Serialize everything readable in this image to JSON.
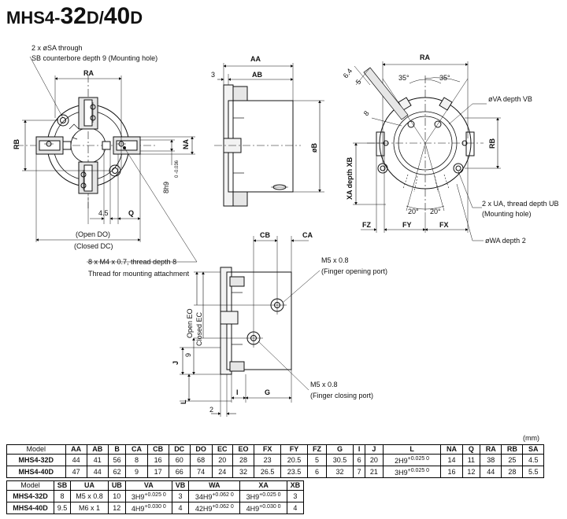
{
  "title": {
    "prefix": "MHS4-",
    "size": "32",
    "suffix1": "D/",
    "size2": "40",
    "suffix2": "D"
  },
  "front_view": {
    "note_sa_1": "2 x øSA through",
    "note_sa_2": "SB counterbore depth 9 (Mounting hole)",
    "ra": "RA",
    "rb": "RB",
    "na": "NA",
    "q": "Q",
    "v45": "4.5",
    "h8": "8h9",
    "h8_tol": "0 -0.036",
    "open_do": "(Open DO)",
    "closed_dc": "(Closed DC)",
    "thread_note_1": "8 x M4 x 0.7, thread depth 8",
    "thread_note_2": "Thread for mounting attachment"
  },
  "side_view": {
    "aa": "AA",
    "ab": "AB",
    "v3": "3",
    "b": "øB"
  },
  "rear_view": {
    "ra": "RA",
    "v64": "6.4",
    "v5": "5",
    "v8": "8",
    "a35a": "35°",
    "a35b": "35°",
    "va": "øVA depth VB",
    "rb": "RB",
    "xa": "XA depth XB",
    "ua_1": "2 x UA, thread depth UB",
    "ua_2": "(Mounting hole)",
    "a20a": "20°",
    "a20b": "20°",
    "fz": "FZ",
    "fy": "FY",
    "fx": "FX",
    "wa": "øWA depth 2"
  },
  "bottom_view": {
    "cb": "CB",
    "ca": "CA",
    "m5_open_1": "M5 x 0.8",
    "m5_open_2": "(Finger opening port)",
    "open_eo": "Open EO",
    "closed_ec": "Closed EC",
    "j": "J",
    "v9": "9",
    "l": "L",
    "v2": "2",
    "i": "I",
    "g": "G",
    "m5_close_1": "M5 x 0.8",
    "m5_close_2": "(Finger closing port)"
  },
  "table": {
    "unit": "(mm)",
    "headers": [
      "Model",
      "AA",
      "AB",
      "B",
      "CA",
      "CB",
      "DC",
      "DO",
      "EC",
      "EO",
      "FX",
      "FY",
      "FZ",
      "G",
      "I",
      "J",
      "L",
      "NA",
      "Q",
      "RA",
      "RB",
      "SA"
    ],
    "rows": [
      [
        "MHS4-32D",
        "44",
        "41",
        "56",
        "8",
        "16",
        "60",
        "68",
        "20",
        "28",
        "23",
        "20.5",
        "5",
        "30.5",
        "6",
        "20",
        "2H9",
        "14",
        "11",
        "38",
        "25",
        "4.5"
      ],
      [
        "MHS4-40D",
        "47",
        "44",
        "62",
        "9",
        "17",
        "66",
        "74",
        "24",
        "32",
        "26.5",
        "23.5",
        "6",
        "32",
        "7",
        "21",
        "3H9",
        "16",
        "12",
        "44",
        "28",
        "5.5"
      ]
    ],
    "l_tol": "+0.025 0"
  },
  "table2": {
    "headers": [
      "Model",
      "SB",
      "UA",
      "UB",
      "VA",
      "VB",
      "WA",
      "XA",
      "XB"
    ],
    "rows": [
      [
        "MHS4-32D",
        "8",
        "M5 x 0.8",
        "10",
        "3H9",
        "3",
        "34H9",
        "3H9",
        "3"
      ],
      [
        "MHS4-40D",
        "9.5",
        "M6 x 1",
        "12",
        "4H9",
        "4",
        "42H9",
        "4H9",
        "4"
      ]
    ],
    "va_tol": "+0.025 0",
    "wa_tol_1": "+0.062 0",
    "wa_tol_2": "+0.062 0",
    "xa_tol": "+0.025 0",
    "va_tol_2": "+0.030 0",
    "xa_tol_2": "+0.030 0"
  }
}
